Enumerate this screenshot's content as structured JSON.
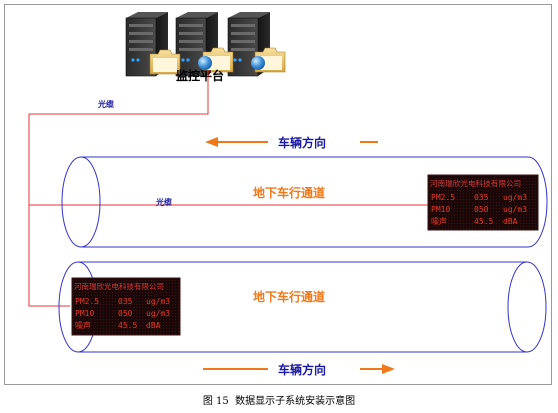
{
  "platform_label": "监控平台",
  "fiber_label": "光缆",
  "direction_label": "车辆方向",
  "tunnel_label": "地下车行通道",
  "display": {
    "company": "河南瑞欣光电科技有限公司",
    "rows": [
      {
        "name": "PM2.5",
        "value": "035",
        "unit": "ug/m3"
      },
      {
        "name": "PM10",
        "value": "050",
        "unit": "ug/m3"
      },
      {
        "name": "噪声",
        "value": "45.5",
        "unit": "dBA"
      }
    ]
  },
  "caption": "图 15  数据显示子系统安装示意图",
  "colors": {
    "frame": "#9a9a9a",
    "fiber": "#e8333a",
    "tunnel": "#3333cc",
    "tunnel_label": "#f07818",
    "arrow": "#f07818",
    "direction_label": "#1a1aa0",
    "fiber_label": "#1a1aa0",
    "led_bg": "#1a0808",
    "led_text": "#e23a2a",
    "led_company": "#d23a3a"
  },
  "icons": [
    "server-icon",
    "folder-icon",
    "globe-icon"
  ]
}
